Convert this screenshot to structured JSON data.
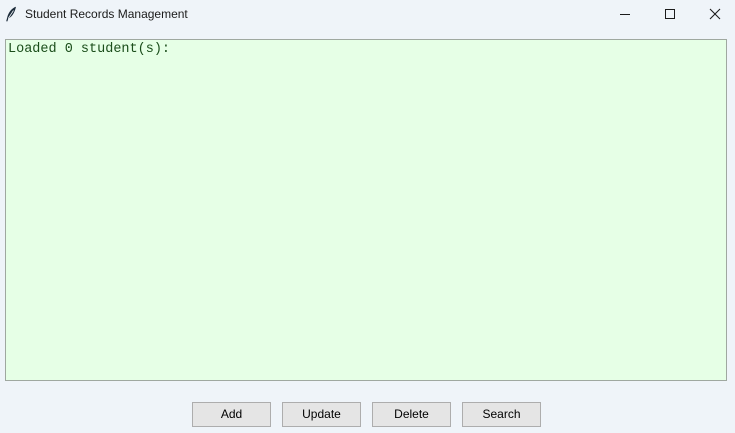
{
  "window": {
    "title": "Student Records Management",
    "icon": "feather-icon",
    "controls": {
      "minimize_icon": "minimize-icon",
      "maximize_icon": "maximize-icon",
      "close_icon": "close-icon"
    }
  },
  "output": {
    "text": "Loaded 0 student(s):",
    "background": "#e6ffe6",
    "text_color": "#1a4d1a"
  },
  "buttons": {
    "add": "Add",
    "update": "Update",
    "delete": "Delete",
    "search": "Search"
  }
}
